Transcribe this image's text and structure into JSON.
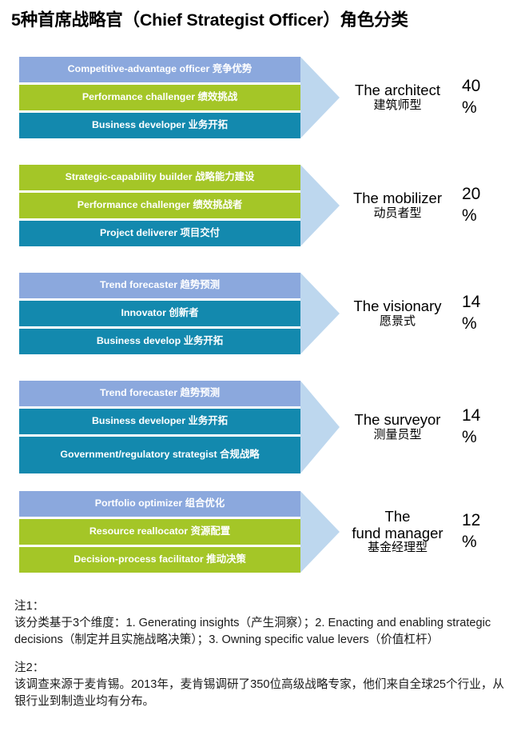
{
  "title": "5种首席战略官（Chief Strategist Officer）角色分类",
  "colors": {
    "blue": "#8ba8dd",
    "green": "#a4c627",
    "teal": "#1389ae",
    "arrow": "#bdd7ee",
    "bar_text": "#ffffff",
    "body_text": "#000000"
  },
  "chart_data": {
    "type": "bar",
    "title": "5种首席战略官（Chief Strategist Officer）角色分类",
    "categories": [
      "The architect 建筑师型",
      "The mobilizer 动员者型",
      "The visionary 愿景式",
      "The surveyor 测量员型",
      "The fund manager 基金经理型"
    ],
    "values": [
      40,
      20,
      14,
      14,
      12
    ],
    "value_labels": [
      "40 %",
      "20 %",
      "14 %",
      "14 %",
      "12 %"
    ],
    "xlabel": "",
    "ylabel": "",
    "unit": "%"
  },
  "groups": [
    {
      "role_en": "The architect",
      "role_cn": "建筑师型",
      "percent": "40",
      "percent_symbol": "%",
      "bars": [
        {
          "label": "Competitive-advantage officer 竞争优势",
          "color": "blue"
        },
        {
          "label": "Performance challenger 绩效挑战",
          "color": "green"
        },
        {
          "label": "Business developer 业务开拓",
          "color": "teal"
        }
      ]
    },
    {
      "role_en": "The mobilizer",
      "role_cn": "动员者型",
      "percent": "20",
      "percent_symbol": "%",
      "bars": [
        {
          "label": "Strategic-capability builder 战略能力建设",
          "color": "green"
        },
        {
          "label": "Performance challenger 绩效挑战者",
          "color": "green"
        },
        {
          "label": "Project deliverer 项目交付",
          "color": "teal"
        }
      ]
    },
    {
      "role_en": "The visionary",
      "role_cn": "愿景式",
      "percent": "14",
      "percent_symbol": "%",
      "bars": [
        {
          "label": "Trend forecaster 趋势预测",
          "color": "blue"
        },
        {
          "label": "Innovator 创新者",
          "color": "teal"
        },
        {
          "label": "Business develop 业务开拓",
          "color": "teal"
        }
      ]
    },
    {
      "role_en": "The surveyor",
      "role_cn": "测量员型",
      "percent": "14",
      "percent_symbol": "%",
      "bars": [
        {
          "label": "Trend forecaster 趋势预测",
          "color": "blue"
        },
        {
          "label": "Business developer 业务开拓",
          "color": "teal"
        },
        {
          "label": "Government/regulatory strategist 合规战略",
          "color": "teal"
        }
      ]
    },
    {
      "role_en": "The\nfund manager",
      "role_cn": "基金经理型",
      "percent": "12",
      "percent_symbol": "%",
      "bars": [
        {
          "label": "Portfolio optimizer 组合优化",
          "color": "blue"
        },
        {
          "label": "Resource reallocator 资源配置",
          "color": "green"
        },
        {
          "label": "Decision-process facilitator 推动决策",
          "color": "green"
        }
      ]
    }
  ],
  "notes": [
    {
      "head": "注1：",
      "body": "该分类基于3个维度：1. Generating insights（产生洞察）；2. Enacting and enabling strategic decisions（制定并且实施战略决策）；3. Owning specific value levers（价值杠杆）"
    },
    {
      "head": "注2：",
      "body": "该调查来源于麦肯锡。2013年，麦肯锡调研了350位高级战略专家，他们来自全球25个行业，从银行业到制造业均有分布。"
    }
  ]
}
